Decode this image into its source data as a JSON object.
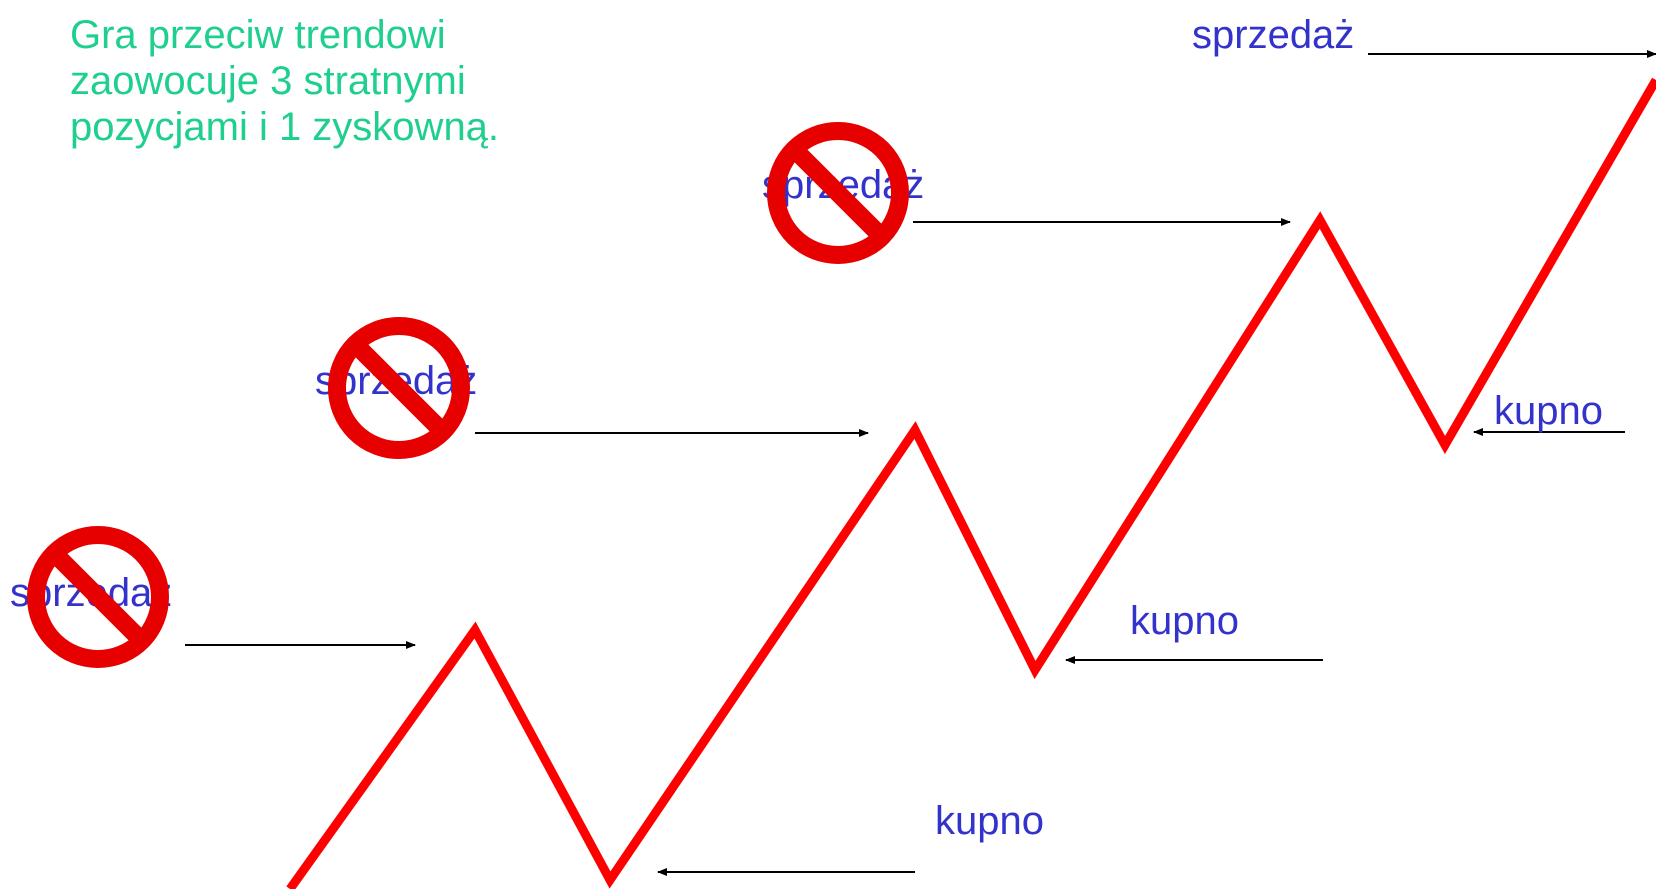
{
  "heading": {
    "lines": [
      "Gra przeciw trendowi",
      "zaowocuje 3 stratnymi",
      "pozycjami i 1 zyskowną."
    ]
  },
  "labels": {
    "sell": "sprzedaż",
    "buy": "kupno"
  },
  "colors": {
    "heading": "#1fcf8e",
    "label": "#3333cc",
    "trend_line": "#ff0000",
    "prohibition": "#e60000",
    "arrow": "#000000"
  },
  "icons": {
    "prohibition": "prohibition-sign-icon"
  }
}
